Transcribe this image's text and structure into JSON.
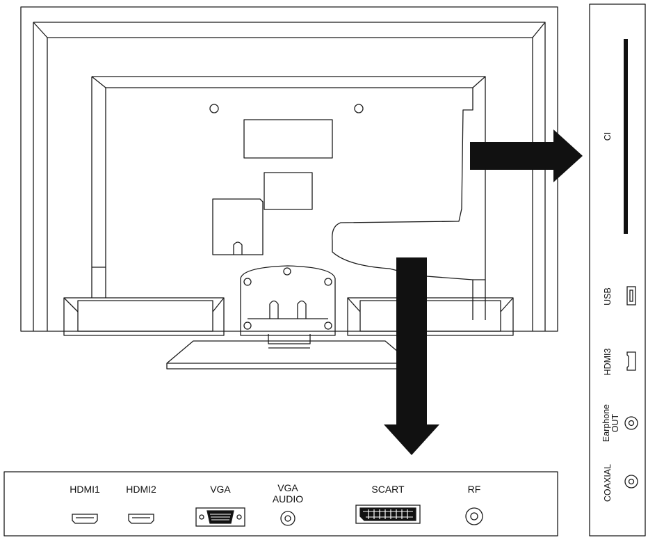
{
  "bottom_panel": {
    "hdmi1": "HDMI1",
    "hdmi2": "HDMI2",
    "vga": "VGA",
    "vga_audio_line1": "VGA",
    "vga_audio_line2": "AUDIO",
    "scart": "SCART",
    "rf": "RF"
  },
  "side_panel": {
    "ci": "CI",
    "usb": "USB",
    "hdmi3": "HDMI3",
    "earphone_line1": "Earphone",
    "earphone_line2": "OUT",
    "coaxial": "COAXIAL"
  }
}
